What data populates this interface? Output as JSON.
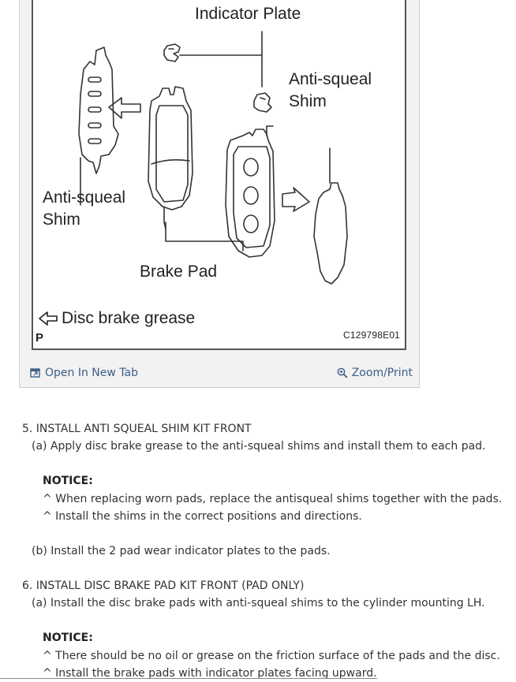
{
  "figure": {
    "labels": {
      "indicator_plate": "Indicator Plate",
      "anti_squeal_shim_right_line1": "Anti-squeal",
      "anti_squeal_shim_right_line2": "Shim",
      "anti_squeal_shim_left_line1": "Anti-squeal",
      "anti_squeal_shim_left_line2": "Shim",
      "brake_pad": "Brake Pad",
      "legend": "Disc brake grease",
      "corner_mark": "P",
      "figure_code": "C129798E01"
    },
    "toolbar": {
      "open_new_tab": "Open In New Tab",
      "zoom_print": "Zoom/Print"
    }
  },
  "steps": {
    "step5_title": "5. INSTALL ANTI SQUEAL SHIM KIT FRONT",
    "step5_a": "(a) Apply disc brake grease to the anti-squeal shims and install them to each pad.",
    "notice1_head": "NOTICE:",
    "notice1_line1": "^ When replacing worn pads, replace the antisqueal shims together with the pads.",
    "notice1_line2": "^ Install the shims in the correct positions and directions.",
    "step5_b": "(b) Install the 2 pad wear indicator plates to the pads.",
    "step6_title": "6. INSTALL DISC BRAKE PAD KIT FRONT (PAD ONLY)",
    "step6_a": "(a) Install the disc brake pads with anti-squeal shims to the cylinder mounting LH.",
    "notice2_head": "NOTICE:",
    "notice2_line1": "^ There should be no oil or grease on the friction surface of the pads and the disc.",
    "notice2_line2": "^ Install the brake pads with indicator plates facing upward."
  },
  "icons": {
    "open_tab": "external-window-icon",
    "zoom": "magnifier-plus-icon",
    "grease": "hollow-arrow-left-icon"
  },
  "colors": {
    "link": "#3b5e85",
    "frame": "#f2f2f2"
  }
}
